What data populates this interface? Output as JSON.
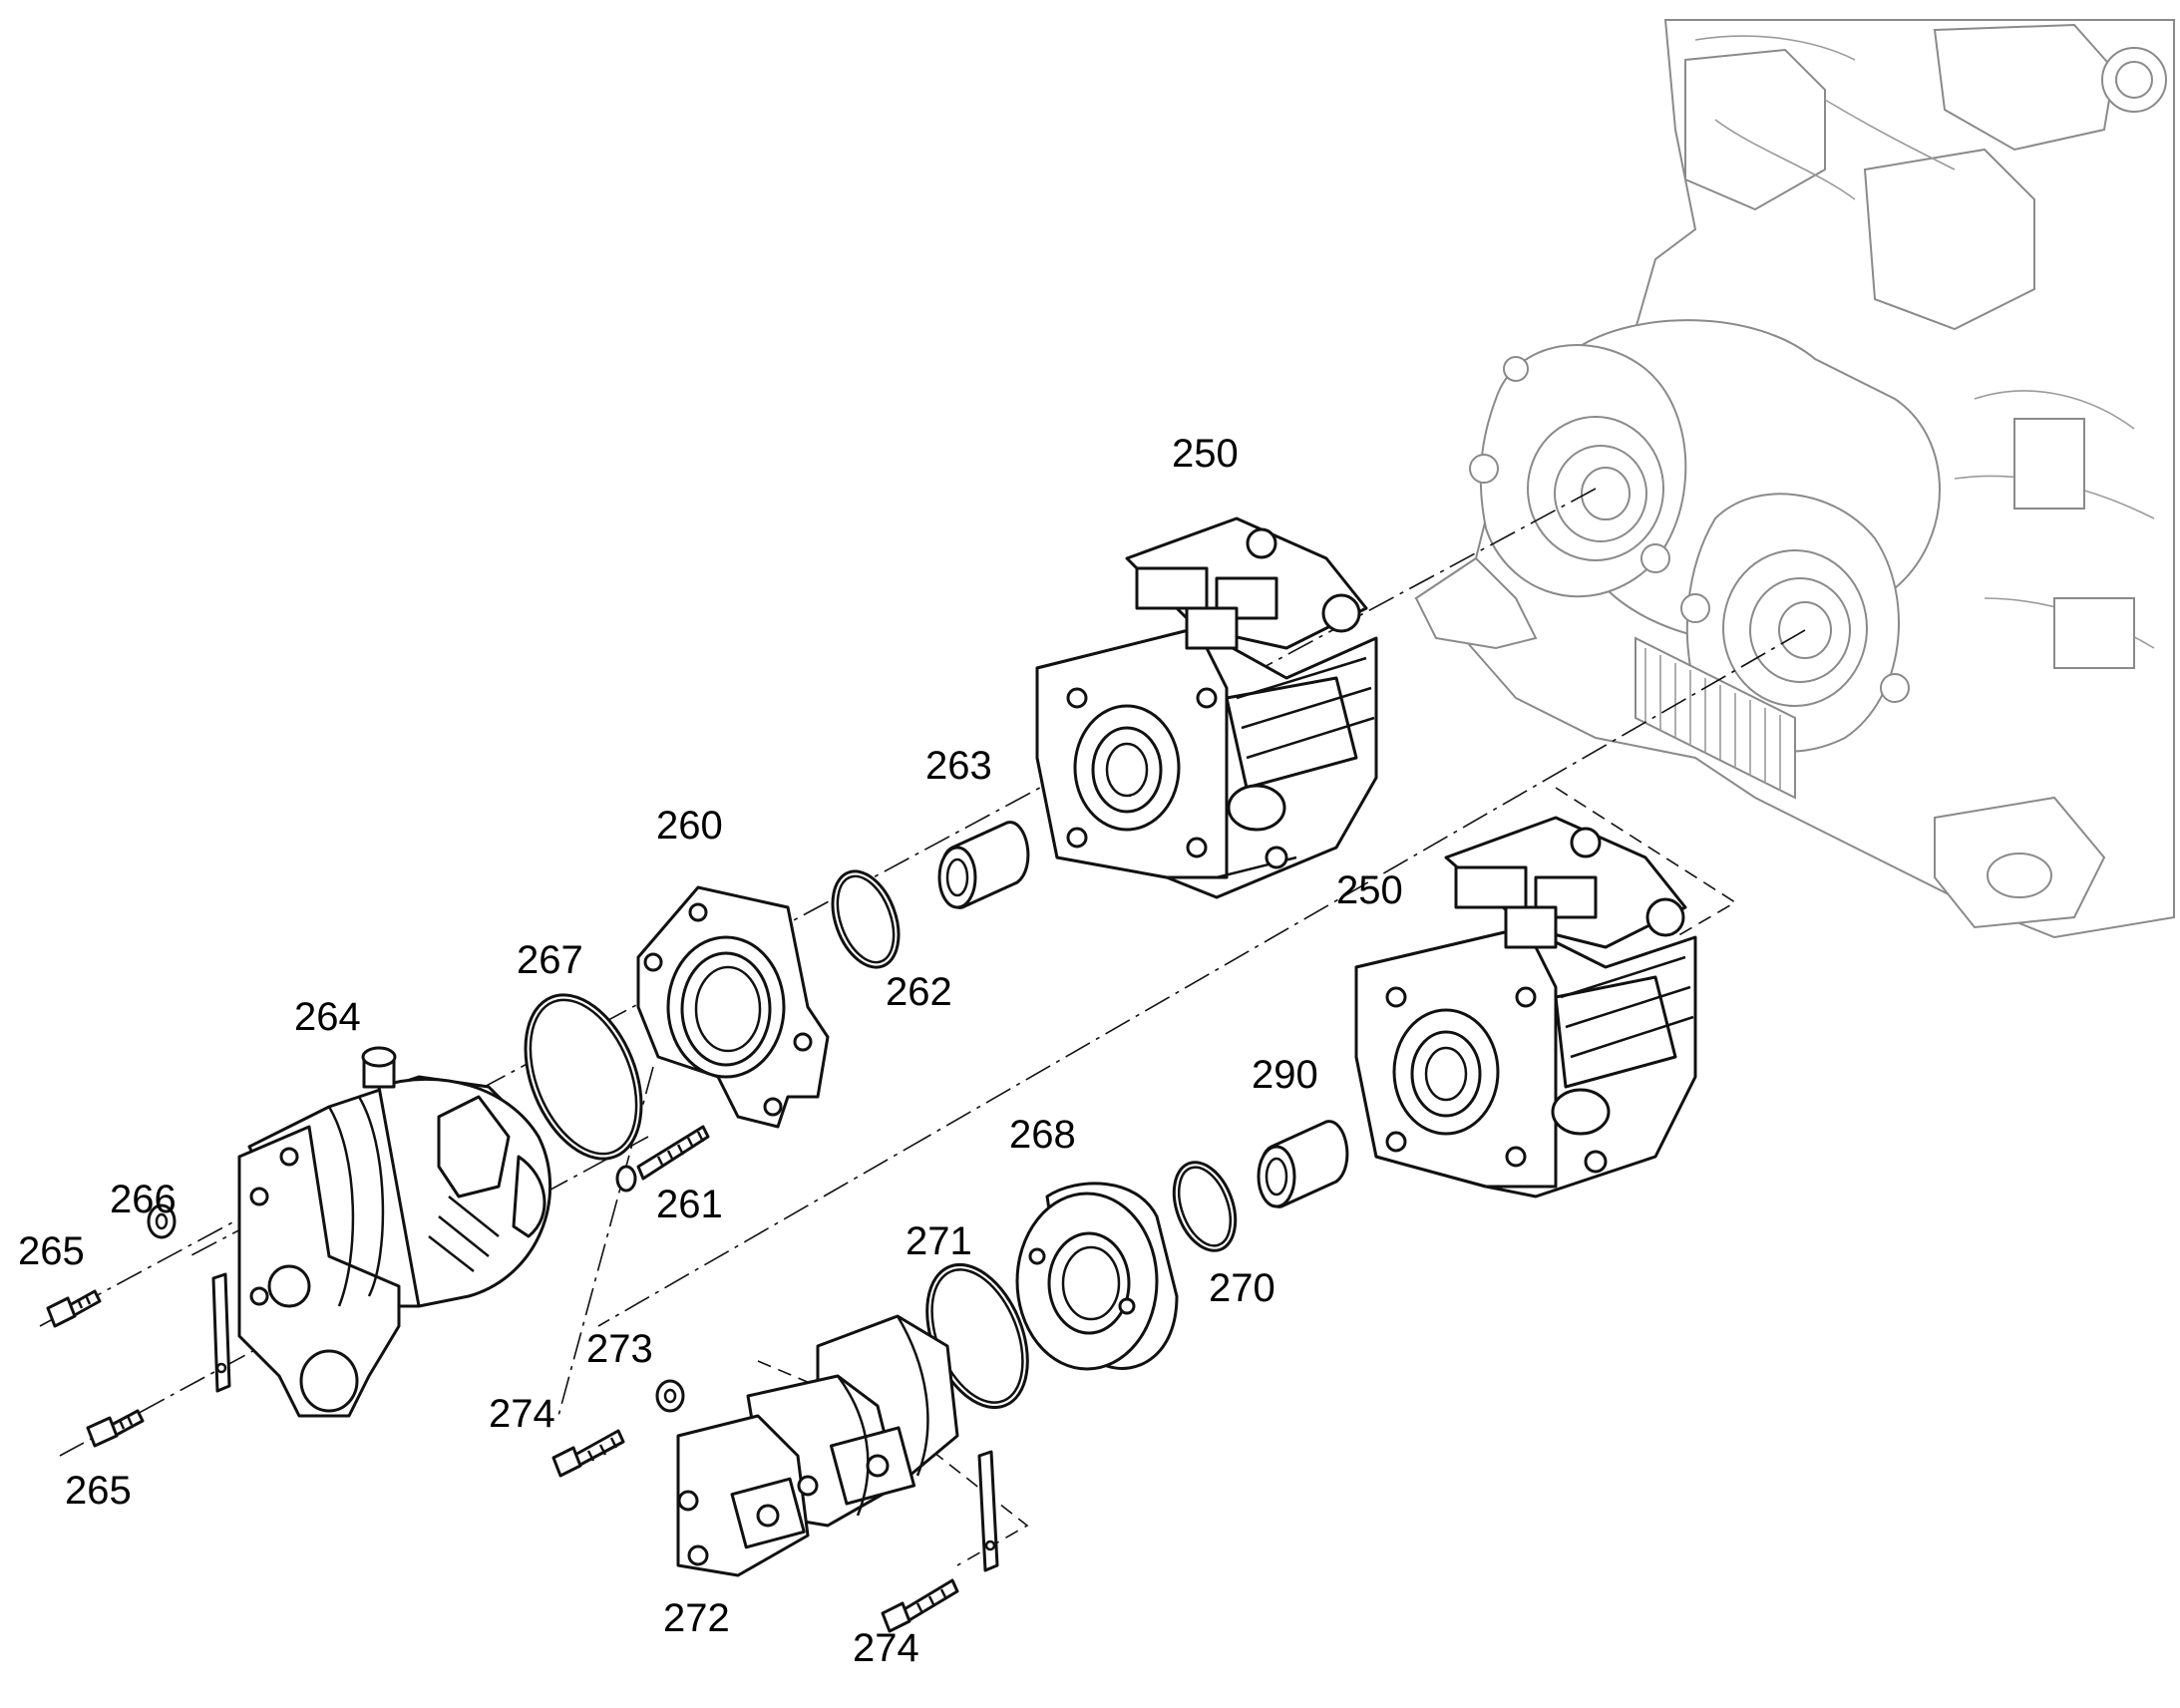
{
  "colors": {
    "ink": "#111111",
    "engine_ink": "#8a8a8a",
    "background": "#ffffff"
  },
  "parts": {
    "p250a": "250",
    "p250b": "250",
    "p260": "260",
    "p261": "261",
    "p262": "262",
    "p263": "263",
    "p264": "264",
    "p265a": "265",
    "p265b": "265",
    "p266": "266",
    "p267": "267",
    "p268": "268",
    "p270": "270",
    "p271": "271",
    "p272": "272",
    "p273": "273",
    "p274a": "274",
    "p274b": "274",
    "p290": "290"
  }
}
